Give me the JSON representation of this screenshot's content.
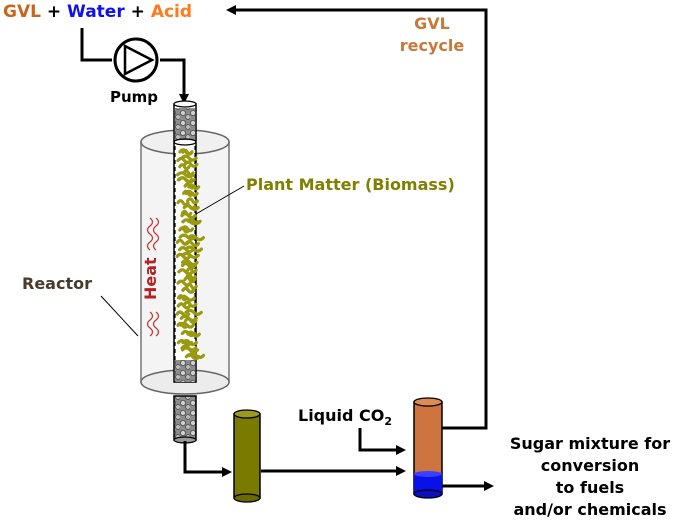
{
  "feed": {
    "gvl": "GVL",
    "plus1": "+",
    "water": "Water",
    "plus2": "+",
    "acid": "Acid"
  },
  "labels": {
    "pump": "Pump",
    "reactor": "Reactor",
    "heat": "Heat",
    "plant_matter": "Plant Matter (Biomass)",
    "gvl_recycle_line1": "GVL",
    "gvl_recycle_line2": "recycle",
    "liquid_co2_main": "Liquid CO",
    "liquid_co2_sub": "2",
    "output_lines": [
      "Sugar mixture for",
      "conversion",
      "to fuels",
      "and/or chemicals"
    ]
  },
  "colors": {
    "gvl": "#c8651b",
    "water": "#1010ee",
    "acid": "#ff7a1a",
    "olive": "#808000",
    "heat": "#b22222",
    "reactor_text": "#4a3a2e",
    "recycle_text": "#c87838",
    "separator_fill": "#cd7440",
    "water_layer": "#0a10e8",
    "column_fill": "#7a7a00"
  }
}
